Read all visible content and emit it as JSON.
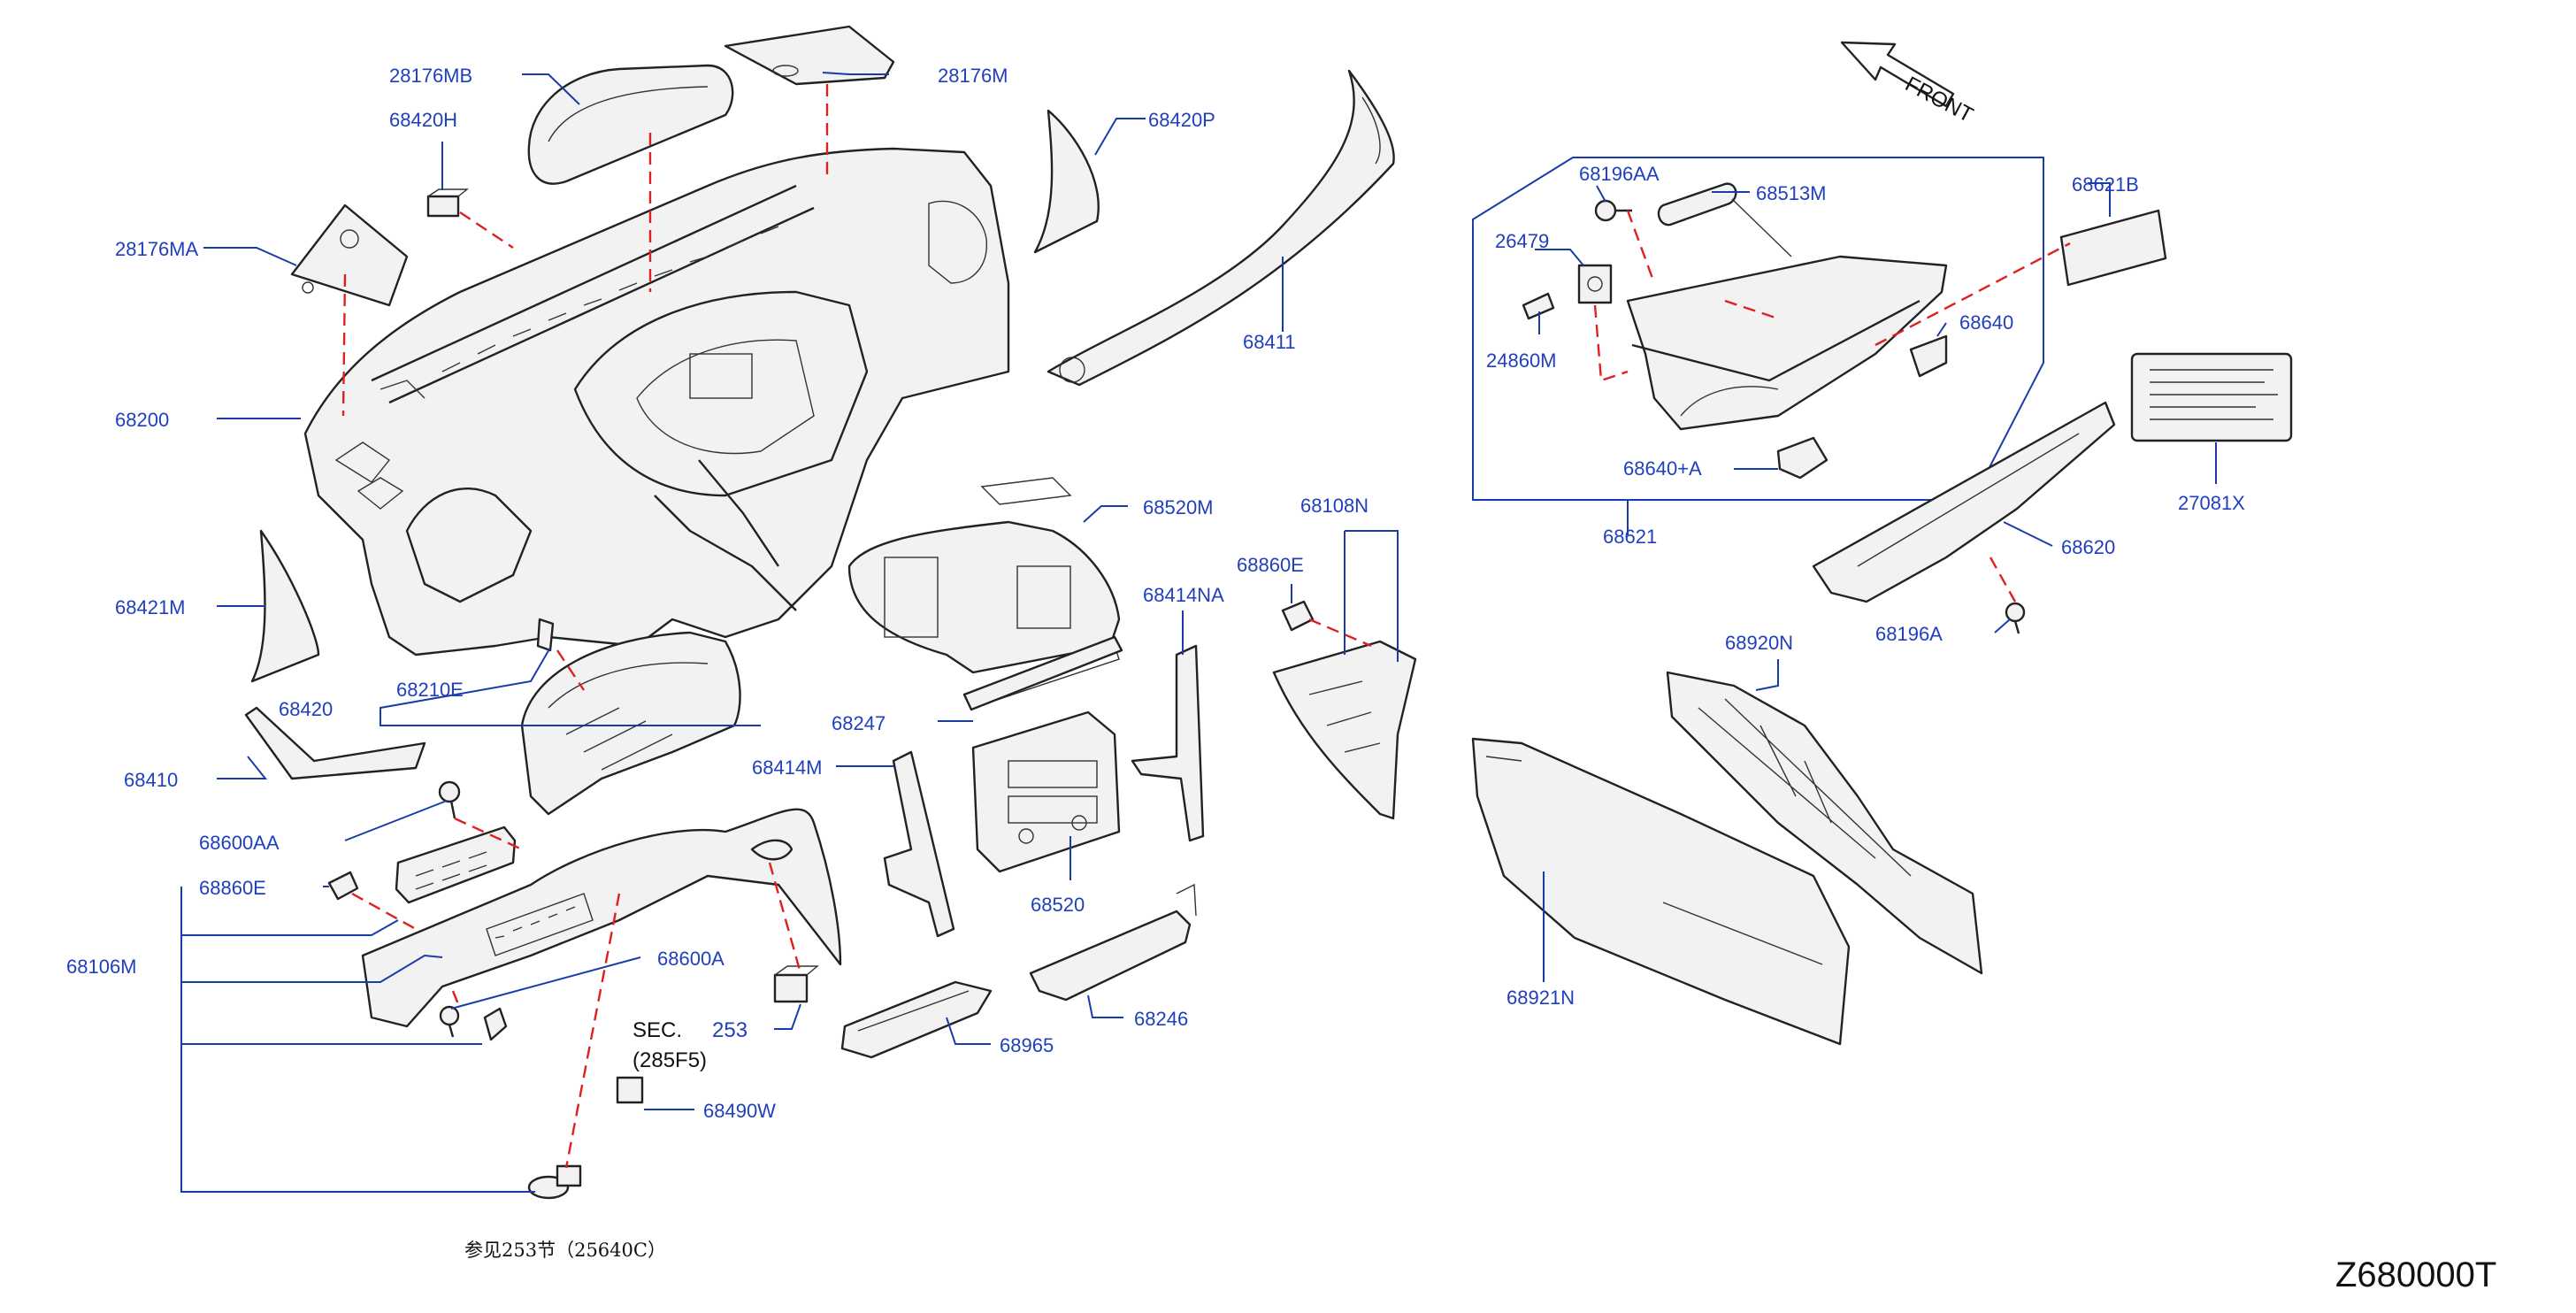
{
  "labels": {
    "p28176MB": "28176MB",
    "p28176M": "28176M",
    "p68420H": "68420H",
    "p68420P": "68420P",
    "p28176MA": "28176MA",
    "p68411": "68411",
    "p68200": "68200",
    "p68520M": "68520M",
    "p68421M": "68421M",
    "p68210E": "68210E",
    "p68420": "68420",
    "p68247": "68247",
    "p68414NA": "68414NA",
    "p68410": "68410",
    "p68414M": "68414M",
    "p68600AA": "68600AA",
    "p68860E_left": "68860E",
    "p68106M": "68106M",
    "p68600A": "68600A",
    "p68520": "68520",
    "p68246": "68246",
    "p68965": "68965",
    "p68490W": "68490W",
    "p253": "253",
    "p68108N": "68108N",
    "p68860E_right": "68860E",
    "p68196AA": "68196AA",
    "p68513M": "68513M",
    "p26479": "26479",
    "p24860M": "24860M",
    "p68640": "68640",
    "p68640A": "68640+A",
    "p68621": "68621",
    "p68621B": "68621B",
    "p27081X": "27081X",
    "p68620": "68620",
    "p68196A": "68196A",
    "p68920N": "68920N",
    "p68921N": "68921N"
  },
  "sec_text": "SEC.",
  "sec_sub": "(285F5)",
  "see_note": "参见253节（25640C）",
  "front_label": "FRONT",
  "diagram_code": "Z680000T",
  "colors": {
    "callout": "#1f3fbf",
    "leader": "#1a3ca8",
    "dashed": "#e02020",
    "outline": "#222222"
  }
}
